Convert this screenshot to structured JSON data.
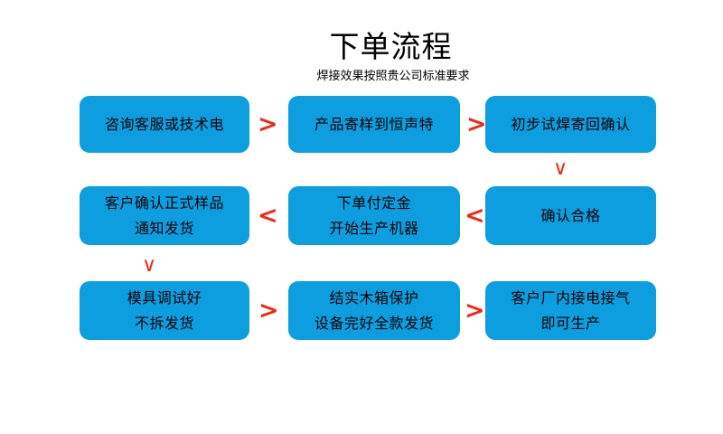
{
  "header": {
    "title": "下单流程",
    "subtitle": "焊接效果按照贵公司标准要求"
  },
  "theme": {
    "node_fill": "#0d9ee0",
    "arrow_color": "#ee2a17",
    "text_color": "#000000",
    "background": "#ffffff"
  },
  "flow": {
    "rows": [
      {
        "nodes": [
          {
            "lines": [
              "咨询客服或技术电"
            ]
          },
          {
            "lines": [
              "产品寄样到恒声特"
            ]
          },
          {
            "lines": [
              "初步试焊寄回确认"
            ]
          }
        ],
        "connectors": [
          {
            "glyph": ">",
            "direction": "right"
          },
          {
            "glyph": ">",
            "direction": "right"
          }
        ]
      },
      {
        "nodes": [
          {
            "lines": [
              "客户确认正式样品",
              "通知发货"
            ]
          },
          {
            "lines": [
              "下单付定金",
              "开始生产机器"
            ]
          },
          {
            "lines": [
              "确认合格"
            ]
          }
        ],
        "connectors": [
          {
            "glyph": "<",
            "direction": "left"
          },
          {
            "glyph": "<",
            "direction": "left"
          }
        ]
      },
      {
        "nodes": [
          {
            "lines": [
              "模具调试好",
              "不拆发货"
            ]
          },
          {
            "lines": [
              "结实木箱保护",
              "设备完好全款发货"
            ]
          },
          {
            "lines": [
              "客户厂内接电接气",
              "即可生产"
            ]
          }
        ],
        "connectors": [
          {
            "glyph": ">",
            "direction": "right"
          },
          {
            "glyph": ">",
            "direction": "right"
          }
        ]
      }
    ],
    "vertical_connectors": [
      {
        "glyph": "∨",
        "direction": "down",
        "column": 3,
        "between_rows": "1-2"
      },
      {
        "glyph": "∨",
        "direction": "down",
        "column": 1,
        "between_rows": "2-3"
      }
    ]
  }
}
